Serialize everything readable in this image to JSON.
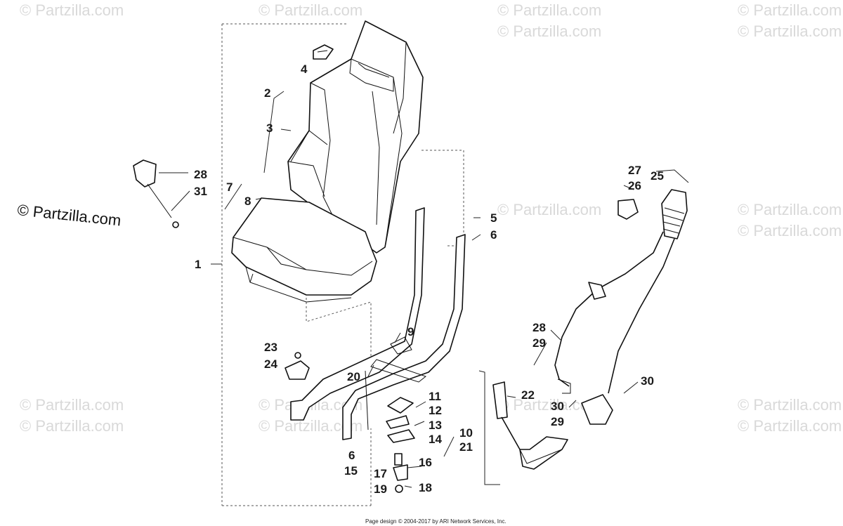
{
  "watermark": {
    "light": "© Partzilla.com",
    "dark": "© Partzilla.com"
  },
  "footer": "Page design © 2004-2017 by ARI Network Services, Inc.",
  "callouts": [
    {
      "id": "1",
      "label": "1"
    },
    {
      "id": "2",
      "label": "2"
    },
    {
      "id": "3",
      "label": "3"
    },
    {
      "id": "4",
      "label": "4"
    },
    {
      "id": "5",
      "label": "5"
    },
    {
      "id": "6a",
      "label": "6"
    },
    {
      "id": "6b",
      "label": "6"
    },
    {
      "id": "7",
      "label": "7"
    },
    {
      "id": "8",
      "label": "8"
    },
    {
      "id": "9",
      "label": "9"
    },
    {
      "id": "10",
      "label": "10"
    },
    {
      "id": "11",
      "label": "11"
    },
    {
      "id": "12",
      "label": "12"
    },
    {
      "id": "13",
      "label": "13"
    },
    {
      "id": "14",
      "label": "14"
    },
    {
      "id": "15",
      "label": "15"
    },
    {
      "id": "16",
      "label": "16"
    },
    {
      "id": "17",
      "label": "17"
    },
    {
      "id": "18",
      "label": "18"
    },
    {
      "id": "19",
      "label": "19"
    },
    {
      "id": "20",
      "label": "20"
    },
    {
      "id": "21",
      "label": "21"
    },
    {
      "id": "22",
      "label": "22"
    },
    {
      "id": "23",
      "label": "23"
    },
    {
      "id": "24",
      "label": "24"
    },
    {
      "id": "25",
      "label": "25"
    },
    {
      "id": "26",
      "label": "26"
    },
    {
      "id": "27",
      "label": "27"
    },
    {
      "id": "28a",
      "label": "28"
    },
    {
      "id": "31",
      "label": "31"
    },
    {
      "id": "28b",
      "label": "28"
    },
    {
      "id": "29a",
      "label": "29"
    },
    {
      "id": "29b",
      "label": "29"
    },
    {
      "id": "30a",
      "label": "30"
    },
    {
      "id": "30b",
      "label": "30"
    }
  ]
}
